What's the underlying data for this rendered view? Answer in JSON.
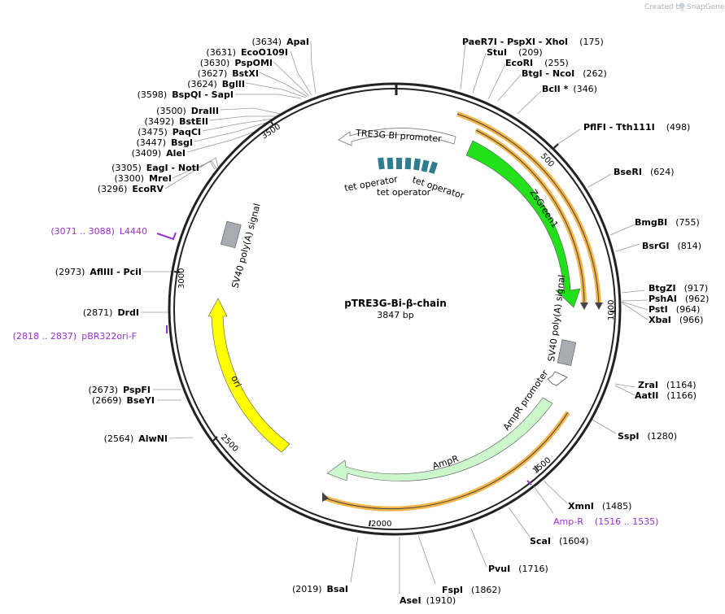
{
  "credit": {
    "prefix": "Created by",
    "brand": "SnapGene"
  },
  "plasmid": {
    "name": "pTRE3G-Bi-β-chain",
    "size": "3847 bp"
  },
  "ticks": [
    "500",
    "1000",
    "1500",
    "2000",
    "2500",
    "3000",
    "3500"
  ],
  "sites": [
    {
      "name": "ApaI",
      "pos": "(3634)"
    },
    {
      "name": "EcoO109I",
      "pos": "(3631)"
    },
    {
      "name": "PspOMI",
      "pos": "(3630)"
    },
    {
      "name": "BstXI",
      "pos": "(3627)"
    },
    {
      "name": "BglII",
      "pos": "(3624)"
    },
    {
      "name": "BspQI - SapI",
      "pos": "(3598)"
    },
    {
      "name": "DraIII",
      "pos": "(3500)"
    },
    {
      "name": "BstEII",
      "pos": "(3492)"
    },
    {
      "name": "PaqCI",
      "pos": "(3475)"
    },
    {
      "name": "BsgI",
      "pos": "(3447)"
    },
    {
      "name": "AleI",
      "pos": "(3409)"
    },
    {
      "name": "EagI - NotI",
      "pos": "(3305)"
    },
    {
      "name": "MreI",
      "pos": "(3300)"
    },
    {
      "name": "EcoRV",
      "pos": "(3296)"
    },
    {
      "name": "AflIII - PciI",
      "pos": "(2973)"
    },
    {
      "name": "DrdI",
      "pos": "(2871)"
    },
    {
      "name": "PspFI",
      "pos": "(2673)"
    },
    {
      "name": "BseYI",
      "pos": "(2669)"
    },
    {
      "name": "AlwNI",
      "pos": "(2564)"
    },
    {
      "name": "BsaI",
      "pos": "(2019)"
    },
    {
      "name": "AseI",
      "pos": "(1910)"
    },
    {
      "name": "FspI",
      "pos": "(1862)"
    },
    {
      "name": "PvuI",
      "pos": "(1716)"
    },
    {
      "name": "ScaI",
      "pos": "(1604)"
    },
    {
      "name": "XmnI",
      "pos": "(1485)"
    },
    {
      "name": "SspI",
      "pos": "(1280)"
    },
    {
      "name": "ZraI",
      "pos": "(1164)"
    },
    {
      "name": "AatII",
      "pos": "(1166)"
    },
    {
      "name": "BtgZI",
      "pos": "(917)"
    },
    {
      "name": "PshAI",
      "pos": "(962)"
    },
    {
      "name": "PstI",
      "pos": "(964)"
    },
    {
      "name": "XbaI",
      "pos": "(966)"
    },
    {
      "name": "BsrGI",
      "pos": "(814)"
    },
    {
      "name": "BmgBI",
      "pos": "(755)"
    },
    {
      "name": "BseRI",
      "pos": "(624)"
    },
    {
      "name": "PflFI - Tth111I",
      "pos": "(498)"
    },
    {
      "name": "BclI *",
      "pos": "(346)"
    },
    {
      "name": "BtgI - NcoI",
      "pos": "(262)"
    },
    {
      "name": "EcoRI",
      "pos": "(255)"
    },
    {
      "name": "StuI",
      "pos": "(209)"
    },
    {
      "name": "PaeR7I - PspXI - XhoI",
      "pos": "(175)"
    }
  ],
  "primers": [
    {
      "name": "L4440",
      "range": "(3071 .. 3088)"
    },
    {
      "name": "pBR322ori-F",
      "range": "(2818 .. 2837)"
    },
    {
      "name": "Amp-R",
      "range": "(1516 .. 1535)"
    }
  ],
  "features": {
    "tre_promoter": "TRE3G BI promoter",
    "tet_op_1": "tet operator",
    "tet_op_2": "tet operator",
    "tet_op_3": "tet operator",
    "zsgreen": "ZsGreen1",
    "polya_right": "SV40 poly(A) signal",
    "polya_left": "SV40 poly(A) signal",
    "ampr_promoter": "AmpR promoter",
    "ampr": "AmpR",
    "ori": "ori"
  },
  "colors": {
    "backbone": "#222222",
    "zsgreen": "#22e01a",
    "ori": "#ffff00",
    "ampr": "#ccf7cc",
    "tet_operator": "#2f7d8f",
    "polya": "#a6acb2",
    "orf_arrow": "#f4b548",
    "primer": "#9a2fd1"
  }
}
